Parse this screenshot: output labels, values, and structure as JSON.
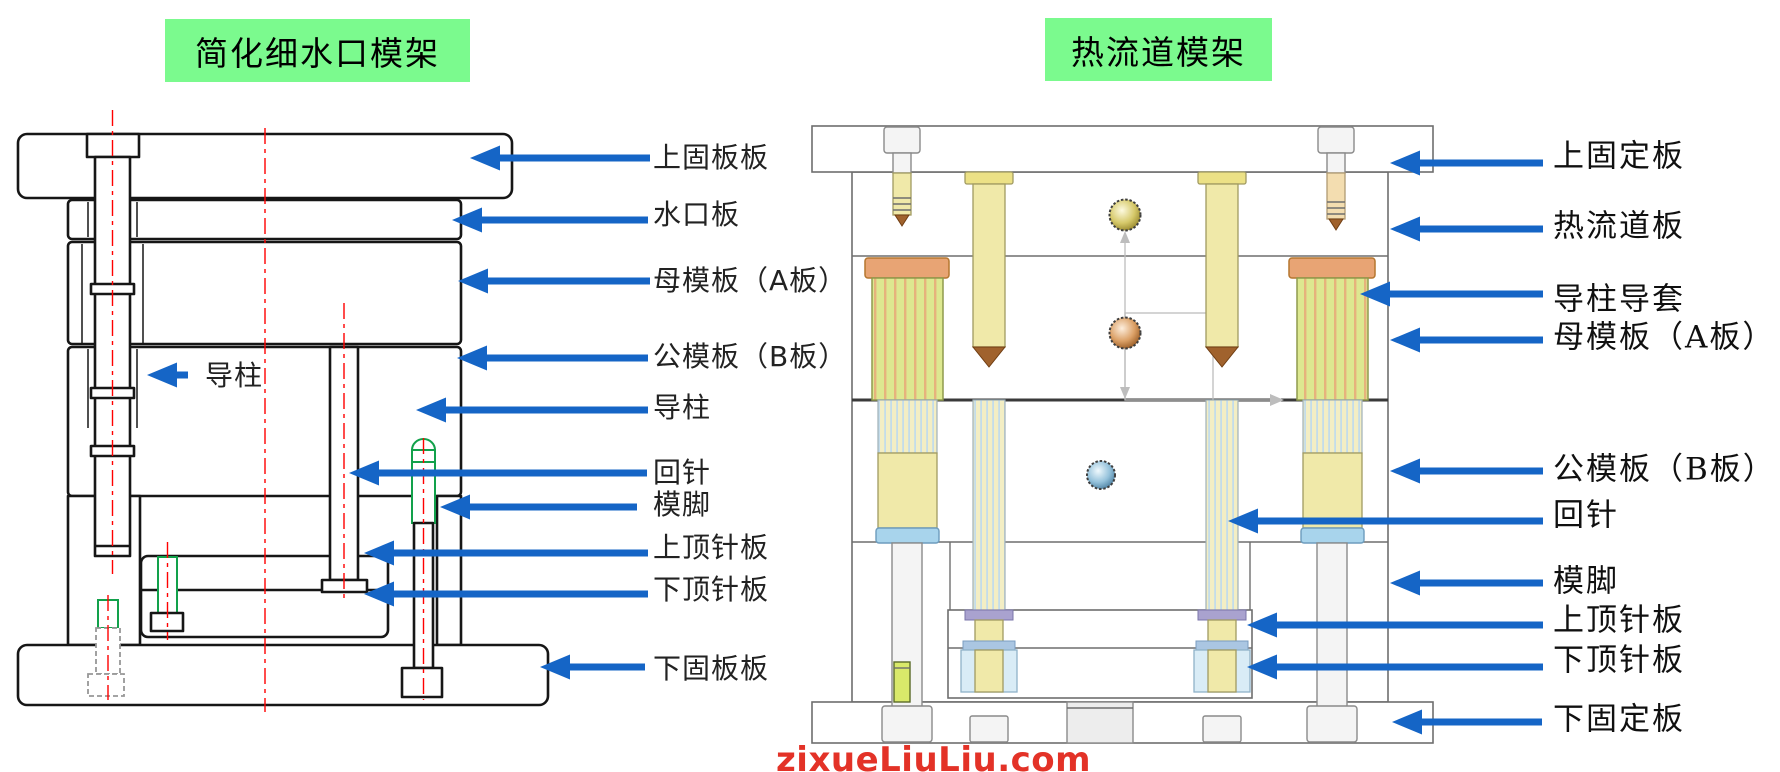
{
  "left_diagram": {
    "title": "简化细水口模架",
    "labels": {
      "top_plate": "上固板板",
      "sprue_plate": "水口板",
      "cavity_plate": "母模板（A板）",
      "core_plate": "公模板（B板）",
      "guide_pillar_inner": "导柱",
      "guide_pillar": "导柱",
      "return_pin": "回针",
      "mold_foot": "模脚",
      "upper_ejector_plate": "上顶针板",
      "lower_ejector_plate": "下顶针板",
      "bottom_plate": "下固板板"
    }
  },
  "right_diagram": {
    "title": "热流道模架",
    "labels": {
      "top_plate": "上固定板",
      "hot_runner_plate": "热流道板",
      "guide_pillar_bushing": "导柱导套",
      "cavity_plate": "母模板（A板）",
      "core_plate": "公模板（B板）",
      "return_pin": "回针",
      "mold_foot": "模脚",
      "upper_ejector_plate": "上顶针板",
      "lower_ejector_plate": "下顶针板",
      "bottom_plate": "下固定板"
    }
  },
  "watermark": "zixueLiuLiu.com",
  "colors": {
    "arrow": "#1565C6",
    "title_bg": "#7BFA8E",
    "centerline": "#FF0000",
    "watermark": "#E33227",
    "green_hw": "#12A14B"
  }
}
